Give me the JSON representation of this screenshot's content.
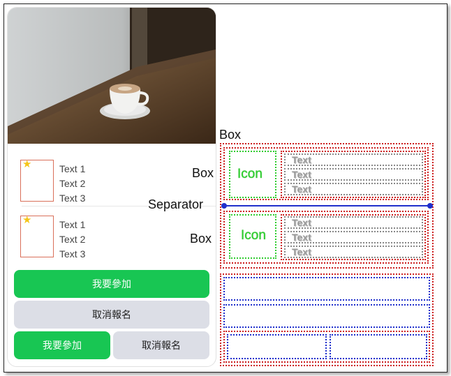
{
  "card": {
    "rows": [
      {
        "lines": [
          "Text 1",
          "Text 2",
          "Text 3"
        ]
      },
      {
        "lines": [
          "Text 1",
          "Text 2",
          "Text 3"
        ]
      }
    ],
    "buttons": {
      "join": "我要參加",
      "cancel": "取消報名",
      "join_small": "我要參加",
      "cancel_small": "取消報名"
    },
    "star_icon": "star-icon"
  },
  "diagram": {
    "label_box_top": "Box",
    "label_box_1": "Box",
    "label_separator": "Separator",
    "label_box_2": "Box",
    "icon_text": "Icon",
    "text_placeholder": "Text"
  },
  "colors": {
    "green": "#18c653",
    "grey": "#dcdee6",
    "red_outline": "#cc1f1f",
    "blue_outline": "#1f2fcc",
    "star": "#f5c518"
  }
}
